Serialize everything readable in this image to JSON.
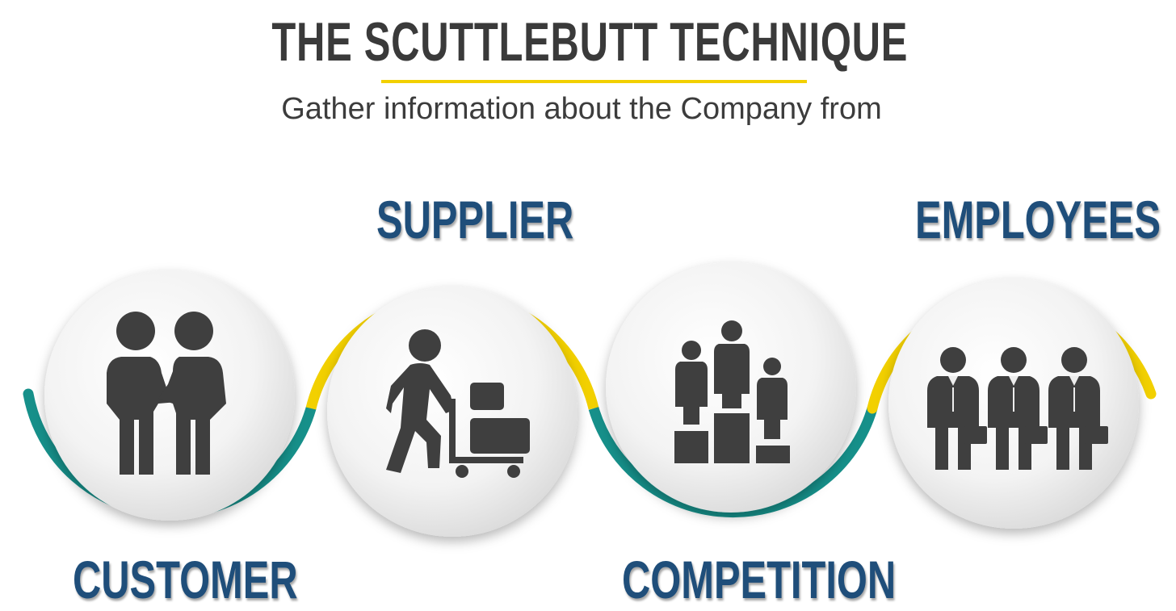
{
  "header": {
    "title": "THE SCUTTLEBUTT TECHNIQUE",
    "subtitle": "Gather information about the Company from"
  },
  "colors": {
    "title": "#3a3a3a",
    "label": "#1f4e7a",
    "accent_yellow": "#f2d000",
    "accent_teal": "#16908a",
    "icon": "#3f3f3f"
  },
  "sources": [
    {
      "label": "CUSTOMER",
      "icon": "handshake-icon"
    },
    {
      "label": "SUPPLIER",
      "icon": "delivery-worker-icon"
    },
    {
      "label": "COMPETITION",
      "icon": "podium-icon"
    },
    {
      "label": "EMPLOYEES",
      "icon": "businessmen-icon"
    }
  ]
}
